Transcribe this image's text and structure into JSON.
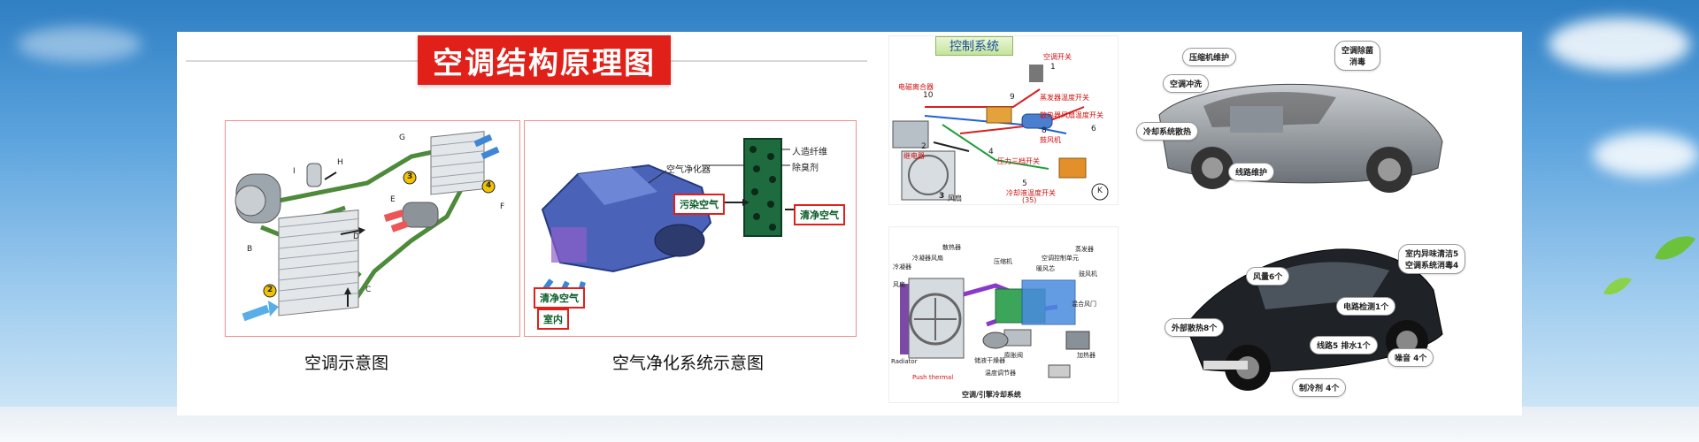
{
  "title": "空调结构原理图",
  "captions": {
    "ac_diagram": "空调示意图",
    "purification_diagram": "空气净化系统示意图"
  },
  "ac_diagram": {
    "letters": [
      "G",
      "H",
      "I",
      "E",
      "F",
      "B",
      "D",
      "C"
    ],
    "numbers": [
      "3",
      "4",
      "2"
    ]
  },
  "purification": {
    "air_purifier": "空气净化器",
    "fiber": "人造纤维",
    "deodorant": "除臭剂",
    "polluted_air": "污染空气",
    "clean_air_right": "清净空气",
    "clean_air_left": "清净空气",
    "indoor": "室内"
  },
  "control": {
    "header": "控制系统",
    "labels": {
      "ac_switch": "空调开关",
      "clutch": "电磁离合器",
      "evap_temp_switch": "蒸发器温度开关",
      "fan_switch": "散热器风扇温度开关",
      "blower": "鼓风机",
      "pressure_switch": "压力三档开关",
      "coolant_temp_switch": "冷却液温度开关",
      "coolant_temp_value": "(35)",
      "fan": "风扇",
      "relay": "继电器"
    },
    "numbers": [
      "1",
      "10",
      "9",
      "2",
      "8",
      "6",
      "4",
      "5",
      "3"
    ],
    "k_mark": "K"
  },
  "cooling": {
    "labels": {
      "a": "散热器",
      "b": "冷凝器",
      "c": "压缩机",
      "d": "蒸发器",
      "e": "暖风芯",
      "f": "空调控制单元",
      "g": "风扇",
      "h": "鼓风机",
      "i": "加热器",
      "j": "冷凝器风扇",
      "k": "膨胀阀",
      "l": "温度调节器",
      "m": "混合风门",
      "n": "储液干燥器",
      "o": "Radiator",
      "p": "Push thermal"
    },
    "footer": "空调/引擎冷却系统"
  },
  "car_top_bubbles": {
    "compressor": "压缩机维护",
    "ac_sterilize": "空调除菌\n消毒",
    "ac_clean": "空调冲洗",
    "cooling_system": "冷却系统散热",
    "wiring": "线路维护"
  },
  "car_bottom_bubbles": {
    "odor": "室内异味清洁5\n空调系统消毒4",
    "air_vent": "风量6个",
    "circuit": "电路检测1个",
    "external_heat": "外部散热8个",
    "wiring_drain": "线路5 排水1个",
    "noise": "噪音 4个",
    "refrigerant": "制冷剂 4个"
  }
}
